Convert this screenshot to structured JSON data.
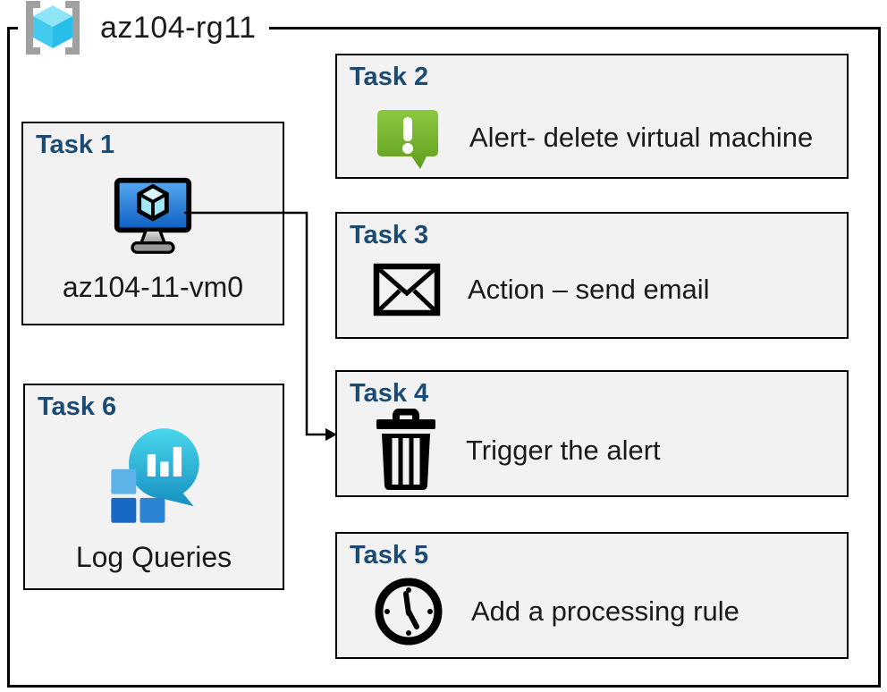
{
  "diagram": {
    "resource_group": {
      "title": "az104-rg11",
      "icon": "resource-group-icon"
    },
    "tasks": [
      {
        "title": "Task 1",
        "label": "az104-11-vm0",
        "icon": "virtual-machine-icon"
      },
      {
        "title": "Task 2",
        "label": "Alert- delete virtual machine",
        "icon": "alert-icon"
      },
      {
        "title": "Task 3",
        "label": "Action – send email",
        "icon": "email-icon"
      },
      {
        "title": "Task 4",
        "label": "Trigger the alert",
        "icon": "trash-icon"
      },
      {
        "title": "Task 5",
        "label": "Add a processing rule",
        "icon": "clock-icon"
      },
      {
        "title": "Task 6",
        "label": "Log Queries",
        "icon": "log-queries-icon"
      }
    ],
    "connector": {
      "from": "Task 1 virtual machine",
      "to": "Task 4"
    },
    "colors": {
      "task_title": "#1B4A73",
      "box_fill": "#F2F2F2",
      "box_border": "#000000",
      "frame_border": "#000000",
      "label_text": "#1A1A1A",
      "alert_green": "#6FB32C",
      "vm_screen_blue": "#2B7FD9",
      "log_bubble_cyan": "#2BB5D8",
      "rg_cube_cyan": "#45CBEE",
      "bracket_gray": "#A0A0A0"
    }
  }
}
